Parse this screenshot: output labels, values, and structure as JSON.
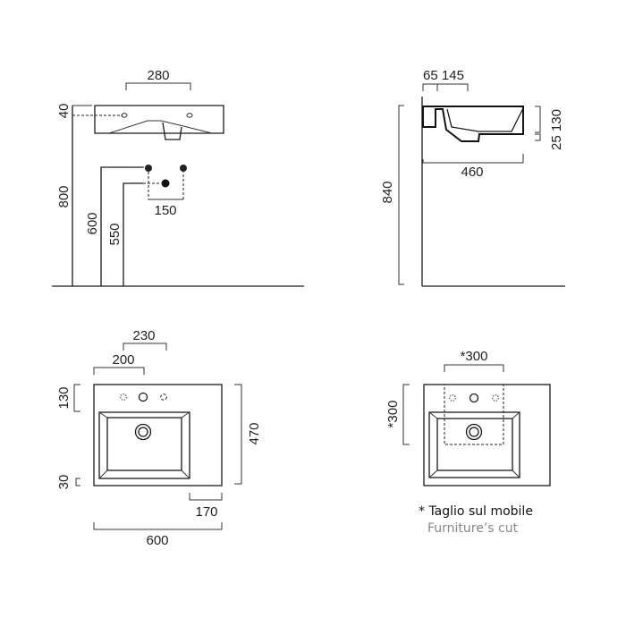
{
  "front_view": {
    "width_holes": "280",
    "top_offset": "40",
    "height_total": "800",
    "height_supply": "600",
    "height_drain": "550",
    "supply_spacing": "150"
  },
  "side_view": {
    "offsets": "65 145",
    "depth": "460",
    "heights": "25 130",
    "height_total": "840"
  },
  "top_view": {
    "hole_a": "230",
    "hole_b": "200",
    "back_depth": "130",
    "front_rim": "30",
    "depth": "470",
    "shelf_width": "170",
    "width": "600"
  },
  "cut_view": {
    "cut_width": "*300",
    "cut_depth": "*300",
    "note": "* Taglio sul mobile",
    "note_en": "Furniture’s cut"
  }
}
